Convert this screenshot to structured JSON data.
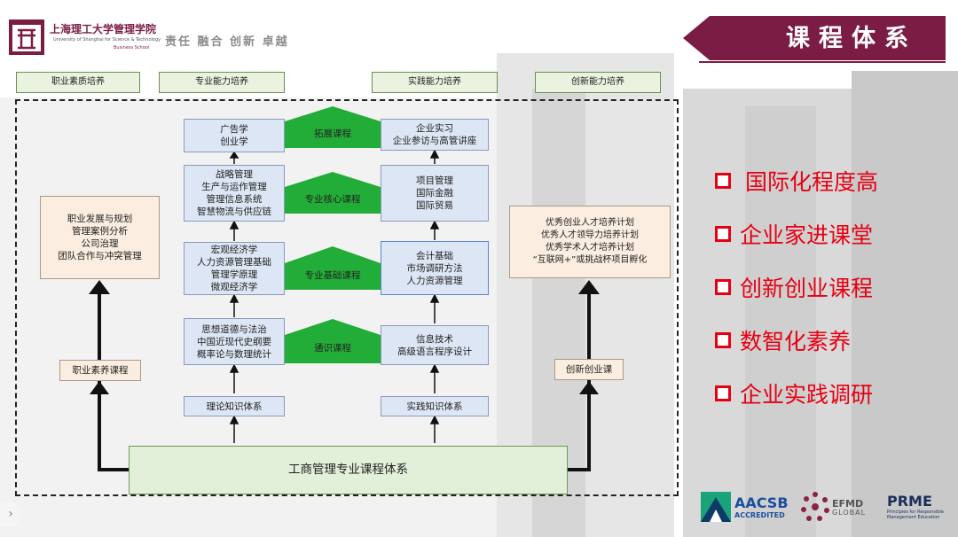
{
  "header": {
    "school_cn": "上海理工大学管理学院",
    "school_en": "University of Shanghai for Science & Technology",
    "school_bs": "Business School",
    "motto": "责任 融合 创新 卓越",
    "title": "课程体系"
  },
  "categories": [
    "职业素质培养",
    "专业能力培养",
    "实践能力培养",
    "创新能力培养"
  ],
  "diagram": {
    "left_col": [
      "广告学\n创业学",
      "战略管理\n生产与运作管理\n管理信息系统\n智慧物流与供应链",
      "宏观经济学\n人力资源管理基础\n管理学原理\n微观经济学",
      "思想道德与法治\n中国近现代史纲要\n概率论与数理统计",
      "理论知识体系"
    ],
    "right_col": [
      "企业实习\n企业参访与高管讲座",
      "项目管理\n国际金融\n国际贸易",
      "会计基础\n市场调研方法\n人力资源管理",
      "信息技术\n高级语言程序设计",
      "实践知识体系"
    ],
    "middle_labels": [
      "拓展课程",
      "专业核心课程",
      "专业基础课程",
      "通识课程"
    ],
    "side_left": "职业发展与规划\n管理案例分析\n公司治理\n团队合作与冲突管理",
    "side_left_label": "职业素养课程",
    "side_right": "优秀创业人才培养计划\n优秀人才领导力培养计划\n优秀学术人才培养计划\n“互联网+”或挑战杯项目孵化",
    "side_right_label": "创新创业课",
    "foundation": "工商管理专业课程体系"
  },
  "features": [
    "国际化程度高",
    "企业家进课堂",
    "创新创业课程",
    "数智化素养",
    "企业实践调研"
  ],
  "logos": {
    "aacsb": "AACSB",
    "aacsb_sub": "ACCREDITED",
    "efmd": "EFMD",
    "efmd_sub": "GLOBAL",
    "prme": "PRME",
    "prme_sub": "Principles for Responsible Management Education"
  },
  "colors": {
    "accent_red": "#e60012",
    "title_bar": "#7b1c44",
    "pentagon_green": "#22ad38",
    "box_blue": "#dde6f4",
    "box_peach": "#fbeee0",
    "box_green": "#e2efd9"
  },
  "icons": {
    "logo": "school-emblem-icon",
    "checkbox": "checkbox-icon",
    "nav": "chevron-right-icon"
  }
}
